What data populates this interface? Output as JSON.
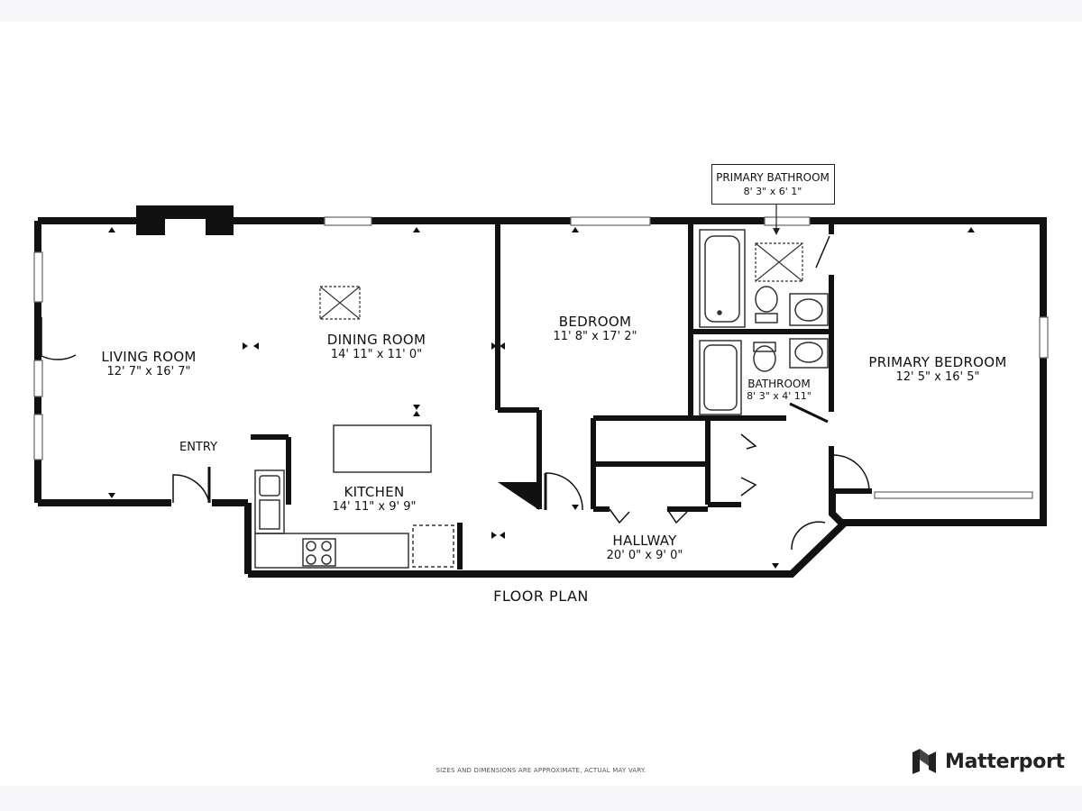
{
  "plan_title": "FLOOR PLAN",
  "disclaimer": "SIZES AND DIMENSIONS ARE APPROXIMATE, ACTUAL MAY VARY.",
  "brand": {
    "name": "Matterport",
    "icon": "matterport-logo-icon"
  },
  "rooms": {
    "living_room": {
      "name": "LIVING ROOM",
      "dims": "12' 7\" x 16' 7\""
    },
    "dining_room": {
      "name": "DINING ROOM",
      "dims": "14' 11\" x 11' 0\""
    },
    "bedroom": {
      "name": "BEDROOM",
      "dims": "11' 8\" x 17' 2\""
    },
    "primary_bathroom": {
      "name": "PRIMARY BATHROOM",
      "dims": "8' 3\" x 6' 1\""
    },
    "bathroom": {
      "name": "BATHROOM",
      "dims": "8' 3\" x 4' 11\""
    },
    "primary_bedroom": {
      "name": "PRIMARY BEDROOM",
      "dims": "12' 5\" x 16' 5\""
    },
    "kitchen": {
      "name": "KITCHEN",
      "dims": "14' 11\" x 9' 9\""
    },
    "hallway": {
      "name": "HALLWAY",
      "dims": "20' 0\" x 9' 0\""
    },
    "entry": {
      "name": "ENTRY"
    }
  },
  "colors": {
    "wall": "#111111",
    "fixture": "#333333",
    "background": "#ffffff",
    "band": "#f6f6f8"
  }
}
